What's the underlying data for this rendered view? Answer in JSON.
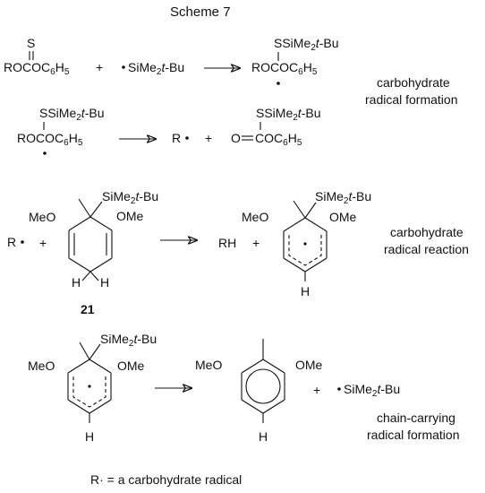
{
  "title": "Scheme 7",
  "labels": {
    "formation": [
      "carbohydrate",
      "radical formation"
    ],
    "reaction": [
      "carbohydrate",
      "radical reaction"
    ],
    "chain": [
      "chain-carrying",
      "radical formation"
    ]
  },
  "compound_label": "21",
  "footnote": "R·  = a carbohydrate radical",
  "tokens": {
    "S": "S",
    "ROCOC": "ROCOC",
    "ROCOC_full": "ROCOC₆H₅",
    "C6H5_6": "6",
    "C6H5_H": "H",
    "C6H5_5": "5",
    "plus": "+",
    "silyl_radical": "SiMe₂t-Bu",
    "SiMe": "SiMe",
    "two": "2",
    "tBu": "t",
    "dashBu": "-Bu",
    "SSiMe": "SSiMe",
    "R": "R",
    "O_eq": "O",
    "COC": "COC",
    "MeO": "MeO",
    "OMe": "OMe",
    "H": "H",
    "RH": "RH"
  }
}
